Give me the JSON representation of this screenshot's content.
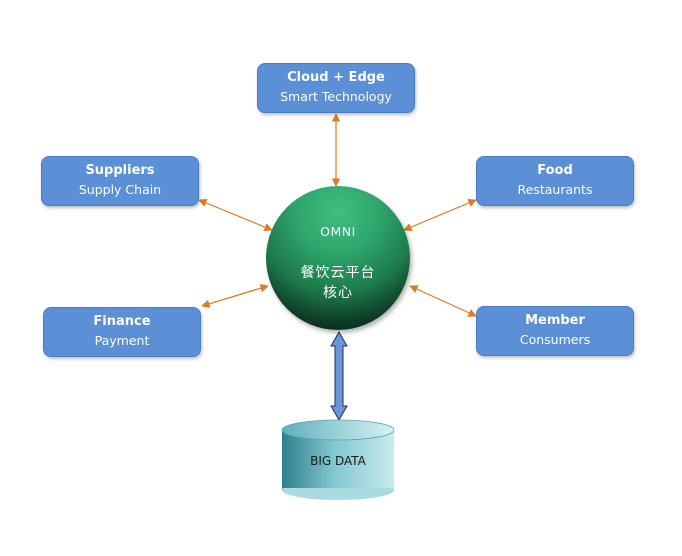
{
  "nodes": {
    "cloud": {
      "title": "Cloud + Edge",
      "subtitle": "Smart Technology"
    },
    "suppliers": {
      "title": "Suppliers",
      "subtitle": "Supply Chain"
    },
    "food": {
      "title": "Food",
      "subtitle": "Restaurants"
    },
    "finance": {
      "title": "Finance",
      "subtitle": "Payment"
    },
    "member": {
      "title": "Member",
      "subtitle": "Consumers"
    }
  },
  "hub": {
    "label": "OMNI",
    "line1": "餐饮云平台",
    "line2": "核心"
  },
  "database": {
    "label": "BIG DATA"
  },
  "colors": {
    "node_fill": "#5b8fd6",
    "connector": "#e07a1f",
    "hub_top": "#3fbf82",
    "hub_bottom": "#050f0a",
    "db_fill": "#7fc6cf"
  }
}
